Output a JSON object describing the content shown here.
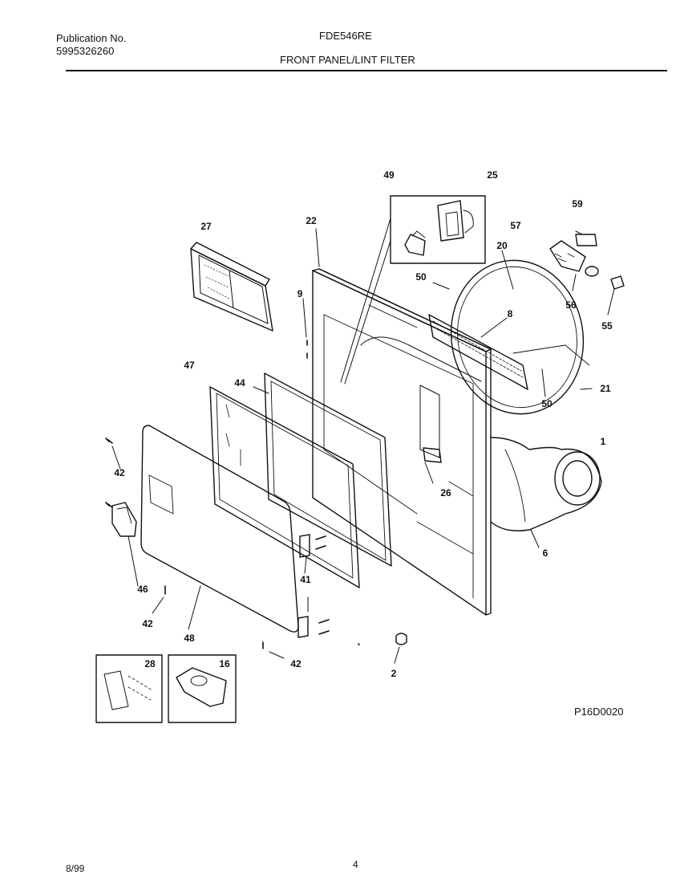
{
  "header": {
    "publication_label": "Publication No.",
    "publication_number": "5995326260",
    "model": "FDE546RE",
    "section_title": "FRONT PANEL/LINT FILTER"
  },
  "diagram": {
    "figure_code": "P16D0020",
    "callouts": {
      "c49": "49",
      "c25": "25",
      "c59": "59",
      "c27": "27",
      "c22": "22",
      "c57": "57",
      "c20": "20",
      "c50a": "50",
      "c8": "8",
      "c9": "9",
      "c56": "56",
      "c55": "55",
      "c47": "47",
      "c44": "44",
      "c21": "21",
      "c50b": "50",
      "c1": "1",
      "c42a": "42",
      "c26": "26",
      "c6": "6",
      "c41": "41",
      "c46": "46",
      "c42b": "42",
      "c48": "48",
      "c42c": "42",
      "c2": "2",
      "c28": "28",
      "c16": "16"
    }
  },
  "footer": {
    "date": "8/99",
    "page": "4"
  }
}
